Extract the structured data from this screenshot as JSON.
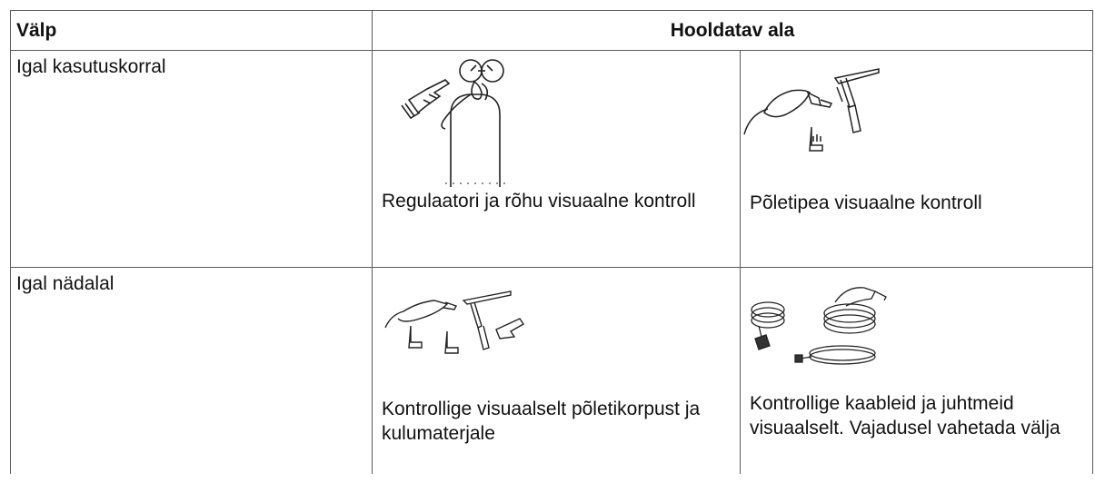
{
  "table": {
    "header": {
      "col1": "Välp",
      "col2": "Hooldatav ala"
    },
    "rows": [
      {
        "period": "Igal kasutuskorral",
        "cells": [
          {
            "icon": "gas-regulator-icon",
            "caption": "Regulaatori ja rõhu visuaalne kontroll"
          },
          {
            "icon": "torch-nozzle-icon",
            "caption": "Põletipea visuaalne kontroll"
          }
        ]
      },
      {
        "period": "Igal nädalal",
        "cells": [
          {
            "icon": "torch-body-icon",
            "caption": "Kontrollige visuaalselt põletikorpust ja kulumaterjale"
          },
          {
            "icon": "cables-icon",
            "caption": "Kontrollige kaableid ja juhtmeid visuaalselt. Vajadusel vahetada välja"
          }
        ]
      }
    ]
  }
}
